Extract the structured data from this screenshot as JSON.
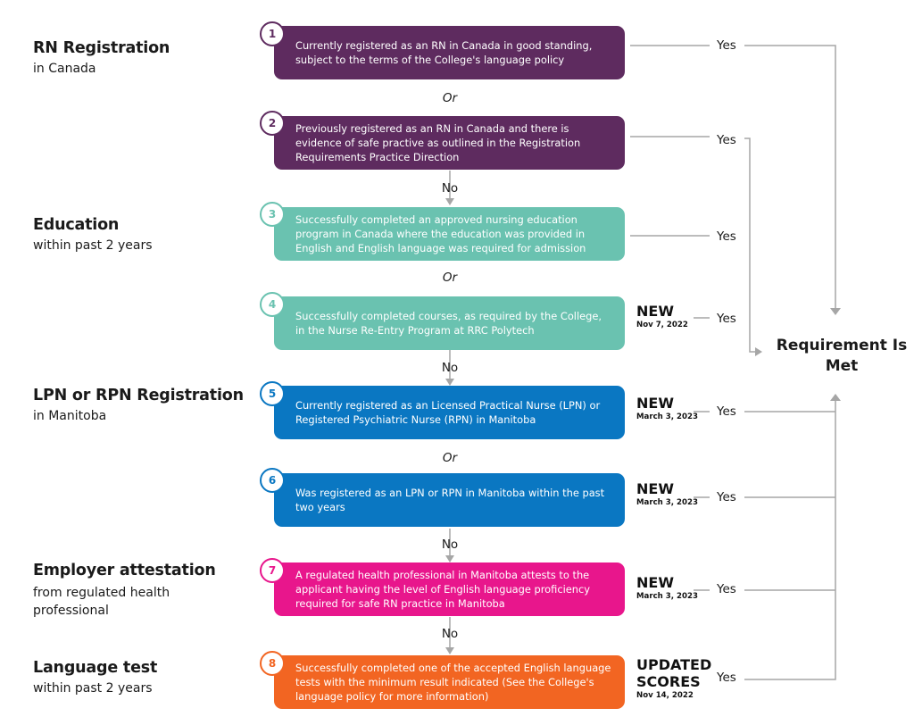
{
  "colors": {
    "purple": "#5e2b5f",
    "teal": "#6ac2b0",
    "blue": "#0a77c2",
    "magenta": "#e8168c",
    "orange": "#f26522",
    "line": "#a6a6a6"
  },
  "sections": [
    {
      "title": "RN Registration",
      "subtitle": "in Canada"
    },
    {
      "title": "Education",
      "subtitle": "within past 2 years"
    },
    {
      "title": "LPN or RPN Registration",
      "subtitle": "in Manitoba"
    },
    {
      "title": "Employer attestation",
      "subtitle": "from regulated health professional"
    },
    {
      "title": "Language test",
      "subtitle": "within past 2 years"
    }
  ],
  "steps": [
    {
      "number": "1",
      "text": "Currently registered as an RN in Canada in good standing, subject to the terms of the College's language policy",
      "outcome": "Yes"
    },
    {
      "number": "2",
      "text": "Previously registered as an RN in Canada and there is evidence of safe practive as outlined in the Registration Requirements Practice Direction",
      "outcome": "Yes"
    },
    {
      "number": "3",
      "text": "Successfully completed an approved nursing education program in Canada where the education was provided in English and English language was required for admission",
      "outcome": "Yes"
    },
    {
      "number": "4",
      "text": "Successfully completed courses, as required by the College, in the Nurse Re-Entry Program at RRC Polytech",
      "outcome": "Yes",
      "tag": "NEW",
      "tag_date": "Nov 7, 2022"
    },
    {
      "number": "5",
      "text": "Currently registered as an Licensed Practical Nurse (LPN) or Registered Psychiatric Nurse (RPN) in Manitoba",
      "outcome": "Yes",
      "tag": "NEW",
      "tag_date": "March 3, 2023"
    },
    {
      "number": "6",
      "text": "Was registered as an LPN or RPN in Manitoba within the past two years",
      "outcome": "Yes",
      "tag": "NEW",
      "tag_date": "March 3, 2023"
    },
    {
      "number": "7",
      "text": "A regulated health professional in Manitoba attests to the applicant having the level of English language proficiency required for safe RN practice in Manitoba",
      "outcome": "Yes",
      "tag": "NEW",
      "tag_date": "March 3, 2023"
    },
    {
      "number": "8",
      "text": "Successfully completed one of the accepted English language tests with the minimum result indicated (See the College's language policy for more information)",
      "outcome": "Yes",
      "tag": "UPDATED SCORES",
      "tag_date": "Nov 14, 2022"
    }
  ],
  "connectors": [
    "Or",
    "No",
    "Or",
    "No",
    "Or",
    "No",
    "No"
  ],
  "result": "Requirement Is Met"
}
